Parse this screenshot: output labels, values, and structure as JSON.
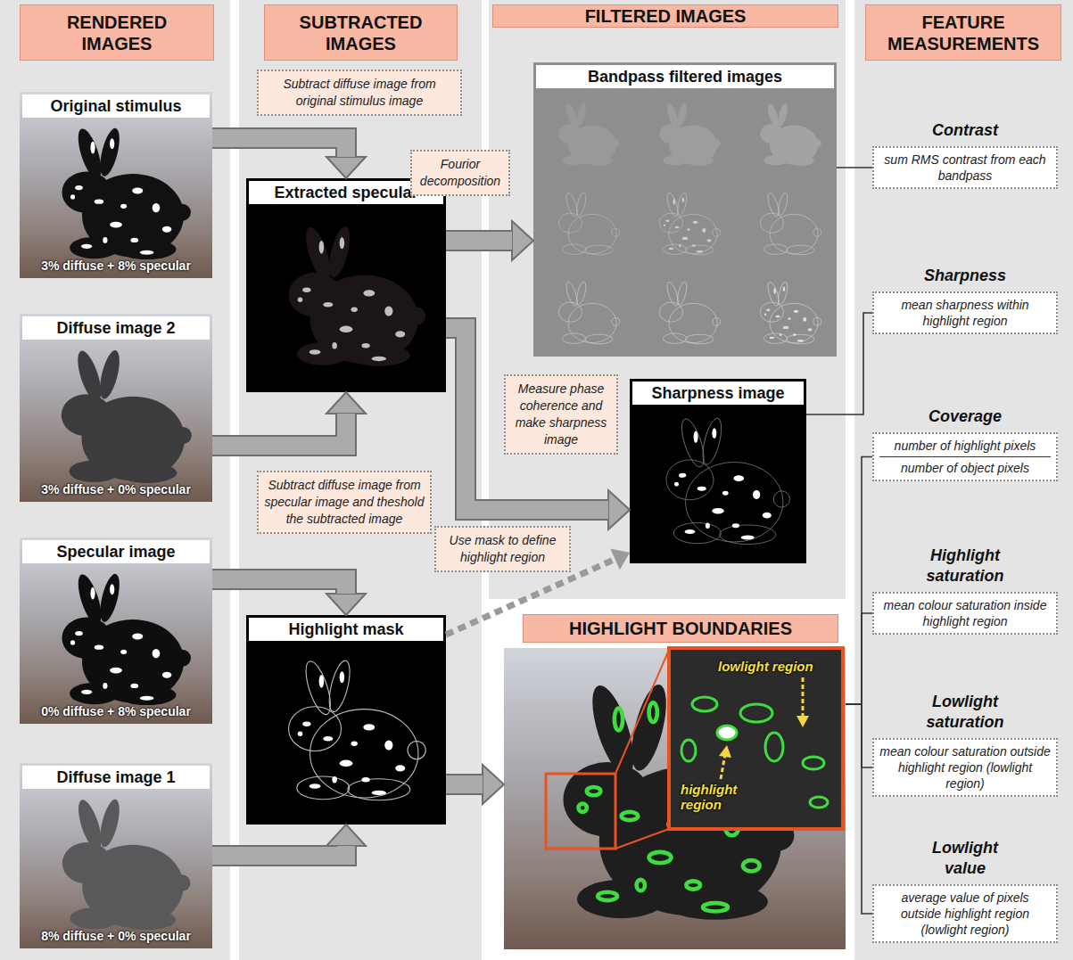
{
  "diagram": {
    "nodes": [
      {
        "text": [
          "RENDERED IMAGES"
        ]
      },
      {
        "text": [
          "SUBTRACTED IMAGES"
        ]
      },
      {
        "text": [
          "FILTERED IMAGES"
        ]
      },
      {
        "text": [
          "FEATURE MEASUREMENTS"
        ]
      },
      {
        "text": [
          "Original stimulus",
          "3% diffuse + 8% specular"
        ]
      },
      {
        "text": [
          "Subtract diffuse image from original stimulus image"
        ]
      },
      {
        "text": [
          "Extracted specular"
        ]
      },
      {
        "text": [
          "Fourior decomposition"
        ]
      },
      {
        "text": [
          "Bandpass filtered images"
        ]
      },
      {
        "text": [
          "Contrast",
          "sum RMS contrast from each bandpass"
        ]
      },
      {
        "text": [
          "Diffuse image 2",
          "3% diffuse + 0% specular"
        ]
      },
      {
        "text": [
          "Measure phase coherence and make sharpness image"
        ]
      },
      {
        "text": [
          "Sharpness image"
        ]
      },
      {
        "text": [
          "Sharpness",
          "mean sharpness within highlight region"
        ]
      },
      {
        "text": [
          "Coverage",
          "number of highlight pixels",
          "number of object pixels"
        ]
      },
      {
        "text": [
          "Specular image",
          "0% diffuse + 8% specular"
        ]
      },
      {
        "text": [
          "Subtract diffuse image from specular image and theshold the subtracted image"
        ]
      },
      {
        "text": [
          "Use mask to define highlight region"
        ]
      },
      {
        "text": [
          "Highlight mask"
        ]
      },
      {
        "text": [
          "Highlight saturation",
          "mean colour saturation inside highlight region"
        ]
      },
      {
        "text": [
          "HIGHLIGHT BOUNDARIES"
        ]
      },
      {
        "text": [
          "lowlight region",
          "highlight region"
        ]
      },
      {
        "text": [
          "Lowlight saturation",
          "mean colour saturation outside highlight region (lowlight region)"
        ]
      },
      {
        "text": [
          "Diffuse image 1",
          "8% diffuse + 0% specular"
        ]
      },
      {
        "text": [
          "Lowlight value",
          "average value of pixels outside highlight region (lowlight region)"
        ]
      }
    ],
    "edges": [
      {
        "from": 4,
        "to": 6,
        "arrow": "to"
      },
      {
        "from": 10,
        "to": 6,
        "arrow": "to"
      },
      {
        "from": 6,
        "to": 8,
        "arrow": "to"
      },
      {
        "from": 6,
        "to": 12,
        "arrow": "to"
      },
      {
        "from": 15,
        "to": 18,
        "arrow": "to"
      },
      {
        "from": 23,
        "to": 18,
        "arrow": "to"
      },
      {
        "from": 18,
        "to": 12,
        "arrow": "to"
      },
      {
        "from": 18,
        "to": 21,
        "arrow": "to"
      },
      {
        "from": 8,
        "to": 9,
        "arrow": "none"
      },
      {
        "from": 12,
        "to": 13,
        "arrow": "none"
      },
      {
        "from": 21,
        "to": 14,
        "arrow": "none"
      },
      {
        "from": 21,
        "to": 19,
        "arrow": "none"
      },
      {
        "from": 21,
        "to": 22,
        "arrow": "none"
      },
      {
        "from": 21,
        "to": 24,
        "arrow": "none"
      }
    ]
  }
}
